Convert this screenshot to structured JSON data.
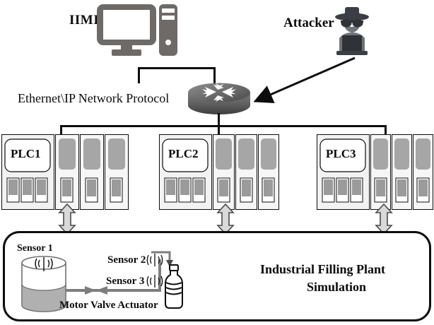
{
  "diagram": {
    "title_hidden": "",
    "nodes": {
      "hmi": {
        "label": "IIMI",
        "icon": "desktop-computer-icon"
      },
      "attacker": {
        "label": "Attacker",
        "icon": "hacker-icon"
      },
      "network": {
        "label": "Ethernet\\IP Network Protocol",
        "icon": "router-icon"
      },
      "plant": {
        "label_line1": "Industrial Filling Plant",
        "label_line2": "Simulation"
      }
    },
    "plcs": [
      {
        "label": "PLC1",
        "modules": 3
      },
      {
        "label": "PLC2",
        "modules": 3
      },
      {
        "label": "PLC3",
        "modules": 3
      }
    ],
    "plant_components": [
      {
        "name": "tank-level-sensor",
        "label": "Sensor 1",
        "icon": "wave-sensor-icon"
      },
      {
        "name": "bottle-sensor-2",
        "label": "Sensor 2",
        "icon": "wave-sensor-icon"
      },
      {
        "name": "bottle-sensor-3",
        "label": "Sensor 3",
        "icon": "wave-sensor-icon"
      },
      {
        "name": "motor-valve-actuator",
        "label": "Motor Valve Actuator",
        "icon": "valve-icon"
      }
    ],
    "connections": [
      {
        "from": "hmi",
        "to": "network",
        "style": "solid-elbow",
        "arrow": "none"
      },
      {
        "from": "attacker",
        "to": "network",
        "style": "diagonal",
        "arrow": "single"
      },
      {
        "from": "network",
        "to": "plc-bus",
        "style": "solid-bus",
        "arrow": "none"
      },
      {
        "from": "plc1",
        "to": "plant",
        "style": "vertical",
        "arrow": "double"
      },
      {
        "from": "plc2",
        "to": "plant",
        "style": "vertical",
        "arrow": "double"
      },
      {
        "from": "plc3",
        "to": "plant",
        "style": "vertical",
        "arrow": "double"
      }
    ],
    "colors": {
      "ink": "#0d0d0d",
      "device_gray": "#6e6a67",
      "attacker_dark": "#3b3f45",
      "module_gray": "#a6a6a6",
      "liquid_gray": "#b0b0b0",
      "pipe_gray": "#7d7d7d",
      "panel_bg": "#f2f2f2",
      "white": "#ffffff"
    }
  }
}
